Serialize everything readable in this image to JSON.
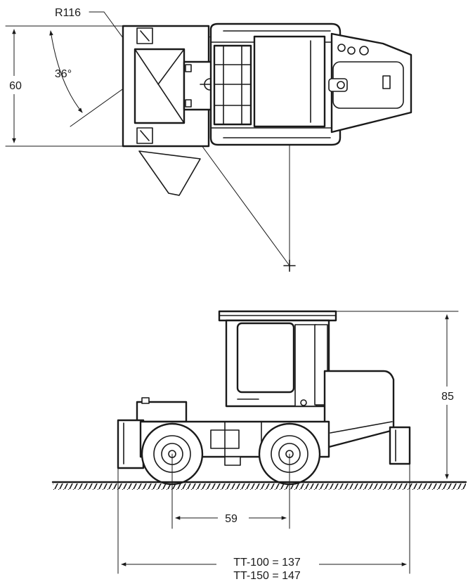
{
  "top_view": {
    "turn_radius_label": "R116",
    "width_label": "60",
    "steer_angle_label": "36°"
  },
  "side_view": {
    "height_label": "85",
    "wheelbase_label": "59",
    "length_tt100_label": "TT-100 = 137",
    "length_tt150_label": "TT-150 = 147"
  },
  "colors": {
    "line": "#1a1a1a",
    "background": "#ffffff"
  }
}
